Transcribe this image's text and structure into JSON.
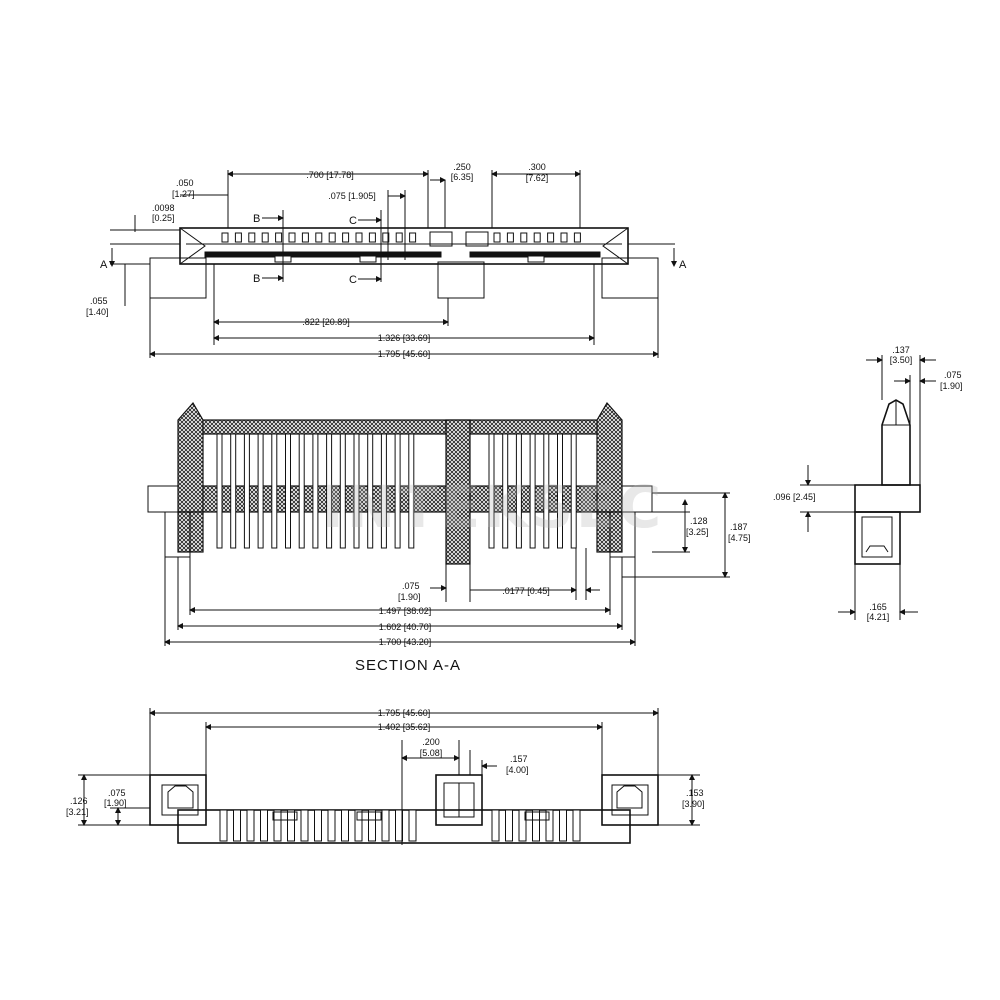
{
  "watermark": "INTEKSEC",
  "top_view": {
    "dim_050": ".050",
    "dim_050_mm": "[1.27]",
    "dim_0098": ".0098",
    "dim_0098_mm": "[0.25]",
    "dim_055": ".055",
    "dim_055_mm": "[1.40]",
    "dim_700": ".700 [17.78]",
    "dim_075": ".075 [1.905]",
    "dim_250": ".250",
    "dim_250_mm": "[6.35]",
    "dim_300": ".300",
    "dim_300_mm": "[7.62]",
    "dim_822": ".822 [20.89]",
    "dim_1326": "1.326 [33.69]",
    "dim_1795": "1.795 [45.60]",
    "label_b": "B",
    "label_c": "C",
    "label_a": "A"
  },
  "section_view": {
    "title": "SECTION A-A",
    "dim_128": ".128",
    "dim_128_mm": "[3.25]",
    "dim_187": ".187",
    "dim_187_mm": "[4.75]",
    "dim_075": ".075",
    "dim_075_mm": "[1.90]",
    "dim_0177": ".0177 [0.45]",
    "dim_1497": "1.497 [38.02]",
    "dim_1602": "1.602 [40.70]",
    "dim_1700": "1.700 [43.20]"
  },
  "side_view": {
    "dim_137": ".137",
    "dim_137_mm": "[3.50]",
    "dim_075": ".075",
    "dim_075_mm": "[1.90]",
    "dim_096": ".096 [2.45]",
    "dim_165": ".165",
    "dim_165_mm": "[4.21]"
  },
  "bottom_view": {
    "dim_1795": "1.795 [45.60]",
    "dim_1402": "1.402 [35.62]",
    "dim_200": ".200",
    "dim_200_mm": "[5.08]",
    "dim_157": ".157",
    "dim_157_mm": "[4.00]",
    "dim_126": ".126",
    "dim_126_mm": "[3.21]",
    "dim_075": ".075",
    "dim_075_mm": "[1.90]",
    "dim_153": ".153",
    "dim_153_mm": "[3.90]"
  }
}
